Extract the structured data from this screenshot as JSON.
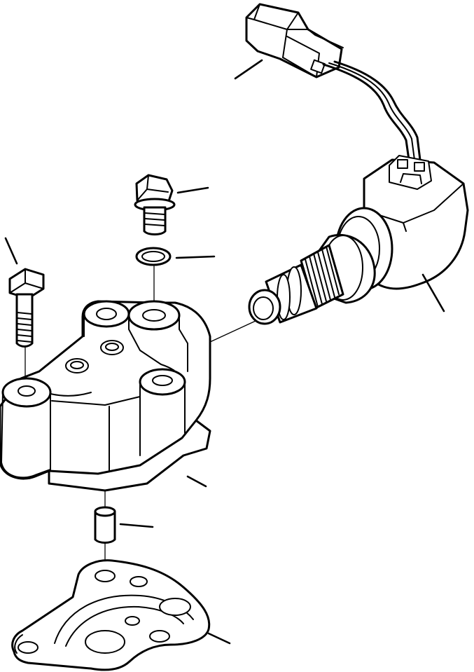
{
  "diagram": {
    "parts": [
      {
        "id": "connector",
        "icon": "electrical-connector"
      },
      {
        "id": "solenoid",
        "icon": "solenoid-coil"
      },
      {
        "id": "cartridge",
        "icon": "valve-cartridge"
      },
      {
        "id": "flange-bolt",
        "icon": "flange-bolt"
      },
      {
        "id": "o-ring",
        "icon": "o-ring"
      },
      {
        "id": "hex-bolt",
        "icon": "hex-bolt"
      },
      {
        "id": "valve-body",
        "icon": "valve-body"
      },
      {
        "id": "dowel-pin",
        "icon": "dowel-pin"
      },
      {
        "id": "gasket-plate",
        "icon": "gasket-plate"
      }
    ],
    "leader_lines": 9
  }
}
